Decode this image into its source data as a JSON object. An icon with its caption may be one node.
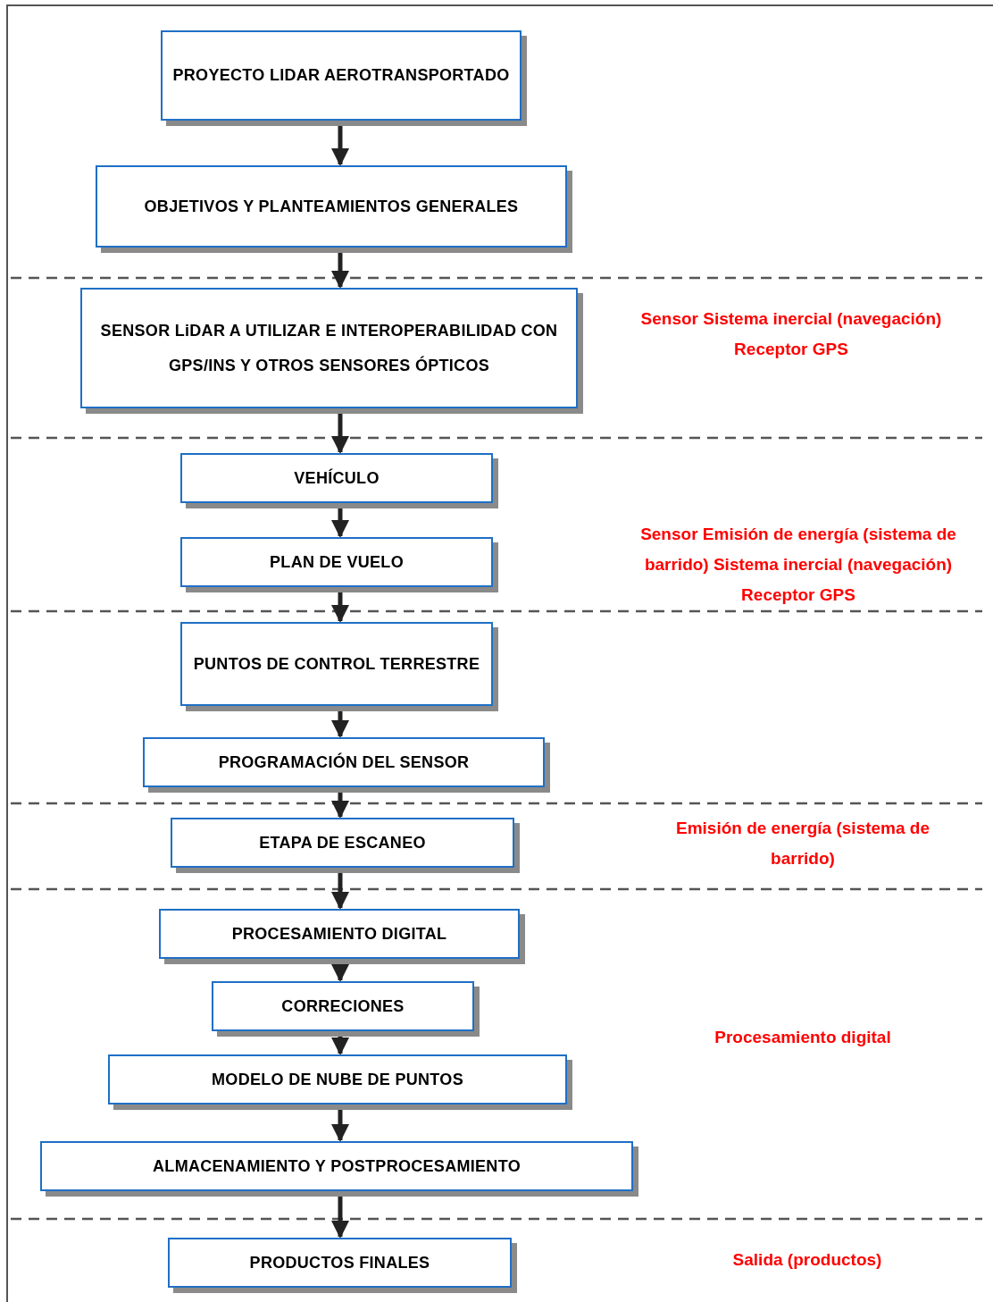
{
  "diagram": {
    "nodes": [
      {
        "text": [
          "PROYECTO LIDAR AEROTRANSPORTADO"
        ]
      },
      {
        "text": [
          "OBJETIVOS Y PLANTEAMIENTOS GENERALES"
        ]
      },
      {
        "text": [
          "SENSOR LiDAR A UTILIZAR E INTEROPERABILIDAD CON GPS/INS  Y OTROS SENSORES ÓPTICOS"
        ]
      },
      {
        "text": [
          "VEHÍCULO"
        ]
      },
      {
        "text": [
          "PLAN DE VUELO"
        ]
      },
      {
        "text": [
          "PUNTOS DE CONTROL TERRESTRE"
        ]
      },
      {
        "text": [
          "PROGRAMACIÓN DEL SENSOR"
        ]
      },
      {
        "text": [
          "ETAPA DE ESCANEO"
        ]
      },
      {
        "text": [
          "PROCESAMIENTO DIGITAL"
        ]
      },
      {
        "text": [
          "CORRECIONES"
        ]
      },
      {
        "text": [
          "MODELO DE NUBE DE PUNTOS"
        ]
      },
      {
        "text": [
          "ALMACENAMIENTO Y POSTPROCESAMIENTO"
        ]
      },
      {
        "text": [
          "PRODUCTOS FINALES"
        ]
      }
    ],
    "edges": [
      {
        "from": 0,
        "to": 1,
        "arrow": "to"
      },
      {
        "from": 1,
        "to": 2,
        "arrow": "to"
      },
      {
        "from": 2,
        "to": 3,
        "arrow": "to"
      },
      {
        "from": 3,
        "to": 4,
        "arrow": "to"
      },
      {
        "from": 4,
        "to": 5,
        "arrow": "to"
      },
      {
        "from": 5,
        "to": 6,
        "arrow": "to"
      },
      {
        "from": 6,
        "to": 7,
        "arrow": "to"
      },
      {
        "from": 7,
        "to": 8,
        "arrow": "to"
      },
      {
        "from": 8,
        "to": 9,
        "arrow": "to"
      },
      {
        "from": 9,
        "to": 10,
        "arrow": "to"
      },
      {
        "from": 10,
        "to": 11,
        "arrow": "to"
      },
      {
        "from": 11,
        "to": 12,
        "arrow": "to"
      }
    ],
    "labels": [
      "Sensor Sistema inercial (navegación) Receptor GPS",
      "Sensor Emisión de energía (sistema de barrido) Sistema inercial (navegación) Receptor GPS",
      "Emisión de energía (sistema de barrido)",
      "Procesamiento digital",
      "Salida (productos)"
    ]
  }
}
